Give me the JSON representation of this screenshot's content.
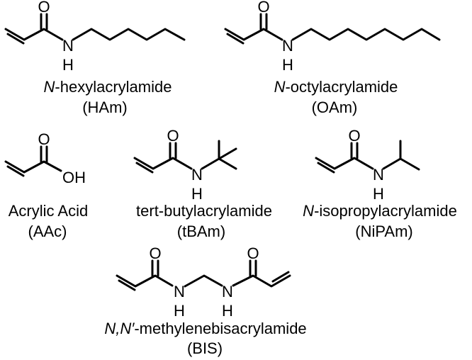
{
  "atom_labels": {
    "oxygen": "O",
    "nitrogen": "N",
    "hydrogen": "H",
    "hydroxyl": "OH"
  },
  "molecules": {
    "hexyl": {
      "name_prefix": "N",
      "name_rest": "-hexylacrylamide",
      "abbrev": "(HAm)"
    },
    "octyl": {
      "name_prefix": "N",
      "name_rest": "-octylacrylamide",
      "abbrev": "(OAm)"
    },
    "acrylic": {
      "name": "Acrylic Acid",
      "abbrev": "(AAc)"
    },
    "tbutyl": {
      "name": "tert-butylacrylamide",
      "abbrev": "(tBAm)"
    },
    "isopropyl": {
      "name_prefix": "N",
      "name_rest": "-isopropylacrylamide",
      "abbrev": "(NiPAm)"
    },
    "bis": {
      "name_prefix": "N,N′",
      "name_rest": "-methylenebisacrylamide",
      "abbrev": "(BIS)"
    }
  }
}
